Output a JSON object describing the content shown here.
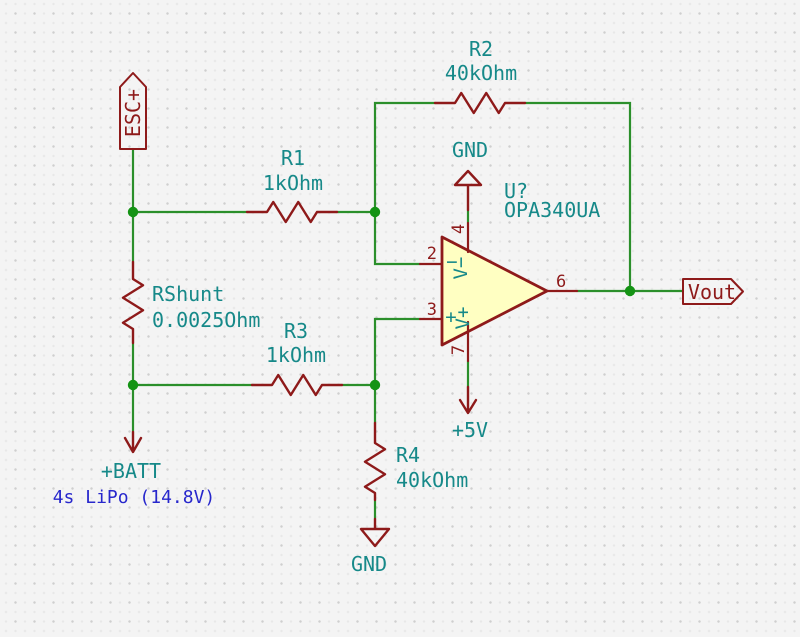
{
  "palette": {
    "background": "#f4f4f4",
    "grid_dot": "#cfcfcf",
    "wire_green": "#2b8f2b",
    "junction_green": "#149314",
    "component_red": "#8e1a1a",
    "field_teal": "#168989",
    "note_blue": "#2727cc",
    "opamp_fill_yellow": "#ffffc2"
  },
  "global_labels": {
    "esc": "ESC+",
    "vout": "Vout"
  },
  "components": {
    "r1": {
      "ref": "R1",
      "value": "1kOhm"
    },
    "r2": {
      "ref": "R2",
      "value": "40kOhm"
    },
    "r3": {
      "ref": "R3",
      "value": "1kOhm"
    },
    "r4": {
      "ref": "R4",
      "value": "40kOhm"
    },
    "rshunt": {
      "ref": "RShunt",
      "value": "0.0025Ohm"
    },
    "opamp": {
      "ref": "U?",
      "value": "OPA340UA",
      "pins": {
        "inv": "2",
        "noninv": "3",
        "vneg": "4",
        "out": "6",
        "vpos": "7"
      },
      "markers": {
        "inverting": "−",
        "noninverting": "+",
        "vminus": "V−",
        "vplus": "V+"
      }
    }
  },
  "power": {
    "gnd": "GND",
    "plus5v": "+5V",
    "batt": "+BATT"
  },
  "notes": {
    "battery": "4s LiPo (14.8V)"
  }
}
